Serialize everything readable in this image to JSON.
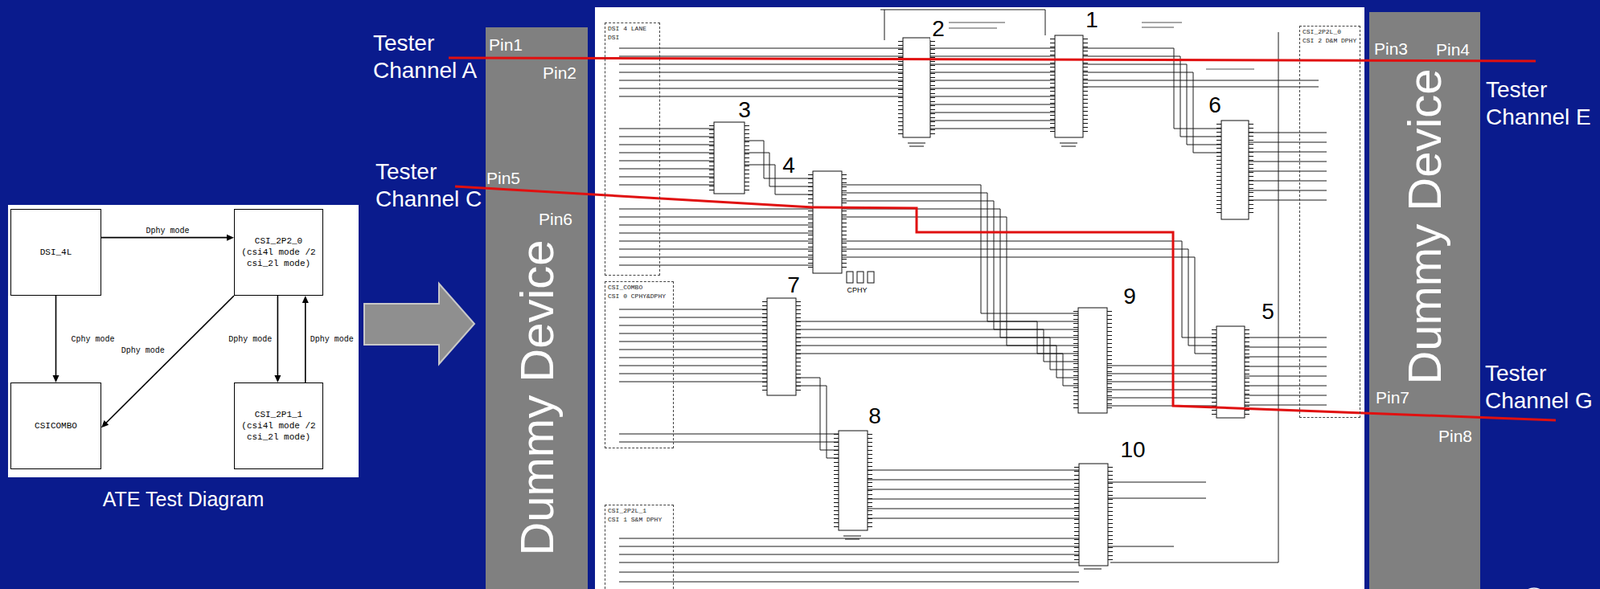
{
  "diagram": {
    "nodes": [
      {
        "text": [
          "ATE Test Diagram"
        ]
      },
      {
        "text": [
          "DSI_4L"
        ],
        "in": 0
      },
      {
        "text": [
          "CSI_2P2_0",
          "(csi4l mode /2 csi_2l mode)"
        ],
        "in": 0
      },
      {
        "text": [
          "CSICOMBO"
        ],
        "in": 0
      },
      {
        "text": [
          "CSI_2P1_1",
          "(csi4l mode /2 csi_2l mode)"
        ],
        "in": 0
      },
      {
        "text": [
          "Dummy Device"
        ]
      },
      {
        "text": [
          "DSI 4 LANE",
          "DSI"
        ]
      },
      {
        "text": [
          "CSI_COMBO",
          "CSI 0 CPHY&DPHY"
        ]
      },
      {
        "text": [
          "CSI_2P2L_1",
          "CSI 1 S&M DPHY"
        ]
      },
      {
        "text": [
          "CSI_2P2L_0",
          "CSI 2 D&M DPHY"
        ]
      },
      {
        "text": [
          "Dummy Device"
        ]
      }
    ],
    "edges": [
      {
        "from": 1,
        "to": 2,
        "label": "Dphy mode",
        "arrow": "to"
      },
      {
        "from": 1,
        "to": 3,
        "label": "Cphy mode",
        "arrow": "to"
      },
      {
        "from": 2,
        "to": 3,
        "label": "Dphy mode",
        "arrow": "to"
      },
      {
        "from": 2,
        "to": 4,
        "label": "Dphy mode",
        "arrow": "to"
      },
      {
        "from": 4,
        "to": 2,
        "label": "Dphy mode",
        "arrow": "to"
      }
    ],
    "labels": [
      "Tester Channel A",
      "Pin1",
      "Pin2",
      "Tester Channel C",
      "Pin5",
      "Pin6",
      "1",
      "2",
      "3",
      "4",
      "5",
      "6",
      "7",
      "8",
      "9",
      "10",
      "CPHY",
      "Pin3",
      "Pin4",
      "Tester Channel E",
      "Pin7",
      "Pin8",
      "Tester Channel G"
    ]
  }
}
